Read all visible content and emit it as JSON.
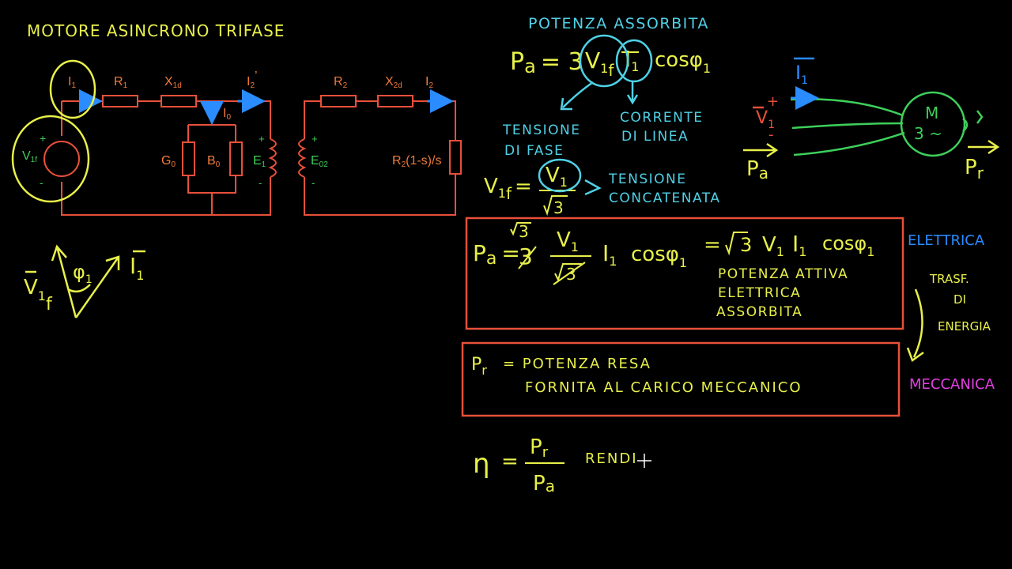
{
  "colors": {
    "yellow": "#e8f04a",
    "cyan": "#4fd1e6",
    "green": "#3ecf5a",
    "red": "#e8503a",
    "orange": "#f07a3c",
    "blue": "#2a8cff",
    "magenta": "#e040e0",
    "white": "#ffffff"
  },
  "title": "MOTORE ASINCRONO TRIFASE",
  "circuit": {
    "I1": "I",
    "I1_sub": "1",
    "R1": "R",
    "R1_sub": "1",
    "X1d": "X",
    "X1d_sub": "1d",
    "I2p": "I",
    "I2p_sub": "2",
    "I2p_mark": "’",
    "I0": "I",
    "I0_sub": "0",
    "R2": "R",
    "R2_sub": "2",
    "X2d": "X",
    "X2d_sub": "2d",
    "I2": "I",
    "I2_sub": "2",
    "V1f": "V",
    "V1f_sub": "1f",
    "plus": "+",
    "minus": "-",
    "G0": "G",
    "G0_sub": "0",
    "B0": "B",
    "B0_sub": "0",
    "E1": "E",
    "E1_sub": "1",
    "E02": "E",
    "E02_sub": "02",
    "Rload": "R",
    "Rload_sub": "2",
    "Rload_rest": "(1-s)/s"
  },
  "phasor": {
    "V": "V",
    "V_sub": "1",
    "V_f": "f",
    "phi": "φ",
    "phi_sub": "1",
    "I": "I",
    "I_sub": "1"
  },
  "power_heading": "POTENZA ASSORBITA",
  "formula_pa": {
    "P": "P",
    "a": "a",
    "eq": "= 3",
    "V": "V",
    "V_sub1": "1",
    "V_subf": "f",
    "I": "I",
    "I_sub": "1",
    "cos": "cos",
    "phi": "φ",
    "phi_sub": "1"
  },
  "label_tensione_fase": [
    "TENSIONE",
    "DI FASE"
  ],
  "label_corrente_linea": [
    "CORRENTE",
    "DI LINEA"
  ],
  "formula_v1f": {
    "lhs": "V",
    "lhs_sub": "1",
    "lhs_f": "f",
    "eq": "=",
    "num": "V",
    "num_sub": "1",
    "den": "3"
  },
  "label_concatenata": [
    "TENSIONE",
    "CONCATENATA"
  ],
  "motor": {
    "M": "M",
    "type": "3 ~",
    "I1": "I",
    "I1_sub": "1",
    "V1": "V",
    "V1_sub": "1",
    "plus": "+",
    "minus": "-",
    "Pa": "P",
    "Pa_sub": "a",
    "Pr": "P",
    "Pr_sub": "r"
  },
  "box1": {
    "formula": "P",
    "a": "a",
    "eq": "=",
    "sqrt3": "3",
    "three": "3",
    "V": "V",
    "V_sub": "1",
    "den": "3",
    "I": "I",
    "I_sub": "1",
    "cos": "cos",
    "phi": "φ",
    "phi_sub": "1",
    "eq2": "=",
    "rhs_sqrt": "3",
    "rhs_V": "V",
    "rhs_V_sub": "1",
    "rhs_I": "I",
    "rhs_I_sub": "1",
    "rhs_cos": "cos",
    "rhs_phi": "φ",
    "rhs_phi_sub": "1",
    "desc": [
      "POTENZA ATTIVA",
      "ELETTRICA",
      "ASSORBITA"
    ]
  },
  "side_labels": {
    "elettrica": "ELETTRICA",
    "trasf": [
      "TRASF.",
      "DI",
      "ENERGIA"
    ],
    "meccanica": "MECCANICA"
  },
  "box2": {
    "lhs": "P",
    "lhs_sub": "r",
    "line1": "= POTENZA RESA",
    "line2": "FORNITA AL CARICO MECCANICO"
  },
  "efficiency": {
    "eta": "η",
    "eq": "=",
    "num": "P",
    "num_sub": "r",
    "den": "P",
    "den_sub": "a",
    "word": "RENDI"
  }
}
